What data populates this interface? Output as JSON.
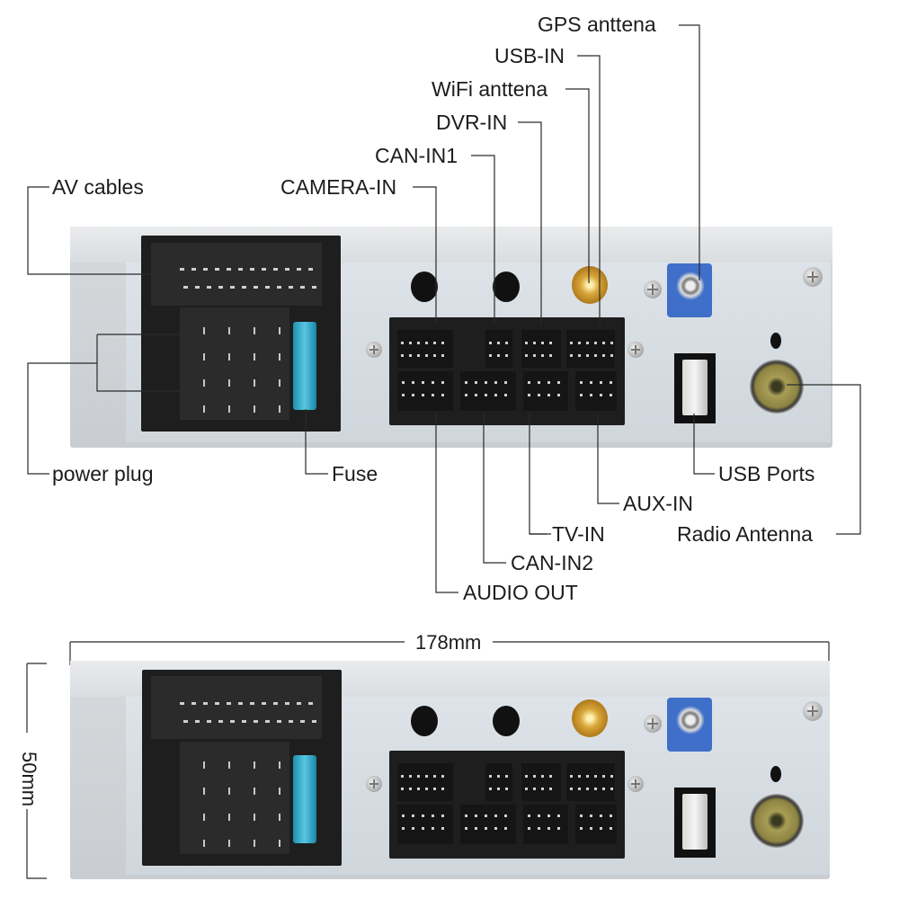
{
  "diagram": {
    "subject": "Car head unit rear panel connectors",
    "labels": {
      "gps_antenna": "GPS anttena",
      "usb_in": "USB-IN",
      "wifi_antenna": "WiFi anttena",
      "dvr_in": "DVR-IN",
      "can_in1": "CAN-IN1",
      "camera_in": "CAMERA-IN",
      "av_cables": "AV cables",
      "power_plug": "power plug",
      "fuse": "Fuse",
      "usb_ports": "USB Ports",
      "aux_in": "AUX-IN",
      "radio_antenna": "Radio Antenna",
      "tv_in": "TV-IN",
      "can_in2": "CAN-IN2",
      "audio_out": "AUDIO OUT"
    },
    "dimensions": {
      "width": "178mm",
      "height": "50mm"
    },
    "colors": {
      "fakra_blue": "#3f6fc8",
      "fuse_blue": "#3ab0d0",
      "sma_gold": "#d9a63a",
      "panel_gray": "#d3d9de",
      "connector_black": "#1e1e1e"
    }
  }
}
